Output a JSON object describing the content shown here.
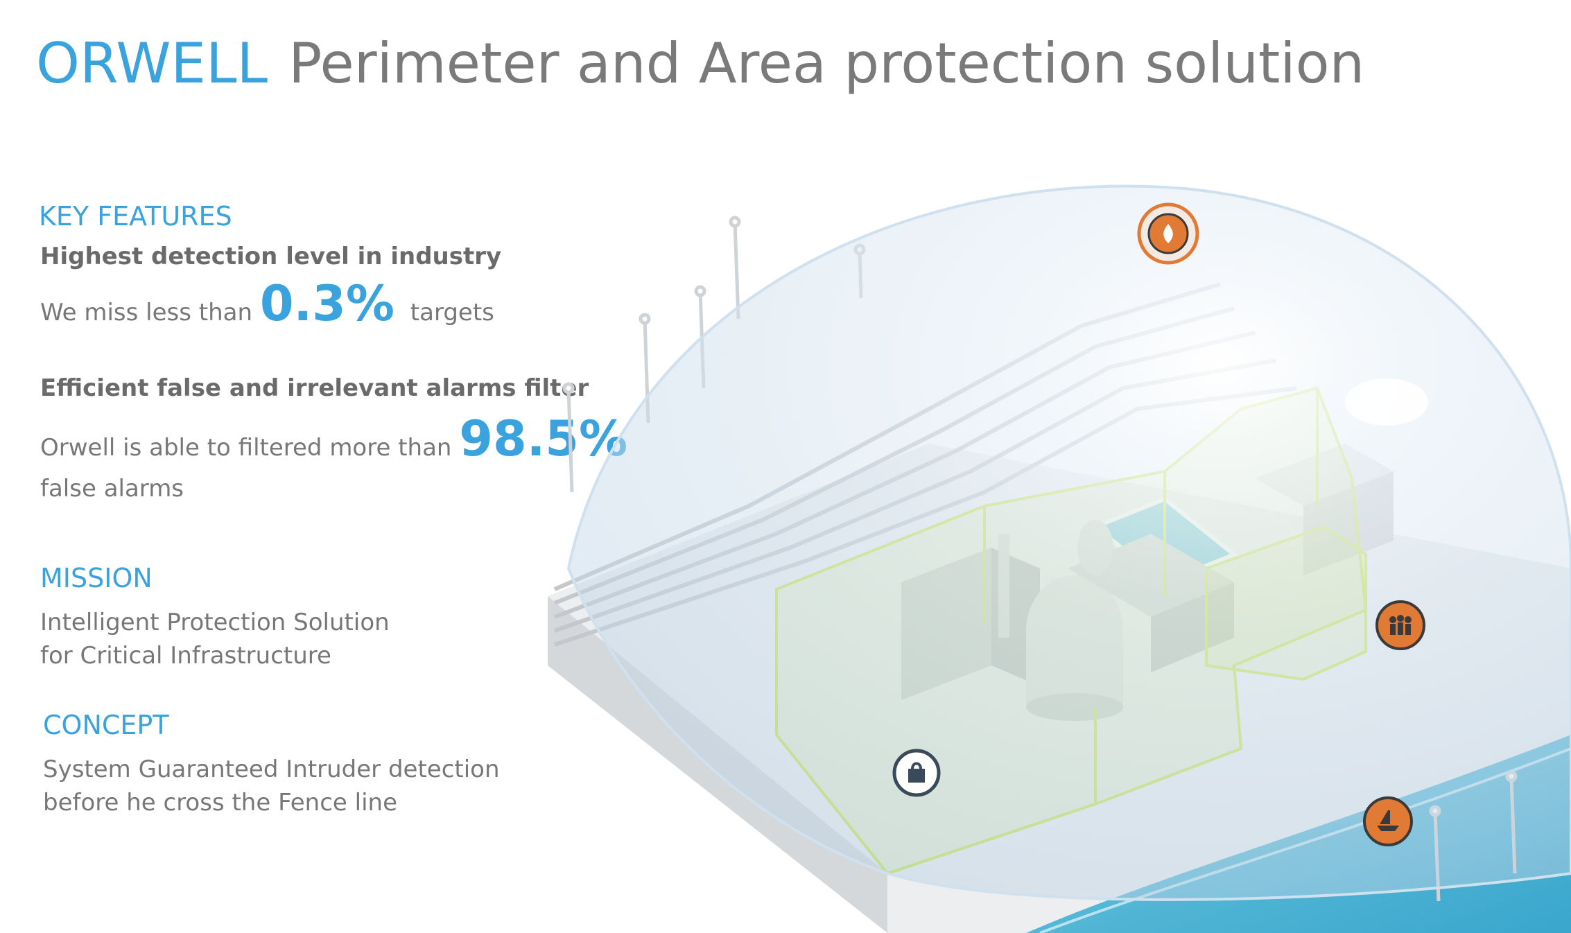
{
  "title": {
    "brand": "ORWELL",
    "subtitle": "Perimeter and Area protection solution"
  },
  "key_features": {
    "heading": "KEY FEATURES",
    "feature1_title": "Highest detection level in industry",
    "feature1_prefix": "We miss less than",
    "feature1_value": "0.3%",
    "feature1_suffix": "targets",
    "feature2_title": "Efficient false and irrelevant alarms filter",
    "feature2_prefix": "Orwell is able to filtered more than",
    "feature2_value": "98.5%",
    "feature2_suffix": "false alarms"
  },
  "mission": {
    "heading": "MISSION",
    "line1": "Intelligent Protection Solution",
    "line2": "for Critical Infrastructure"
  },
  "concept": {
    "heading": "CONCEPT",
    "line1": "System Guaranteed Intruder detection",
    "line2": "before he cross the Fence line"
  },
  "markers": [
    {
      "icon": "fire-icon",
      "color": "#e07a35"
    },
    {
      "icon": "people-icon",
      "color": "#e07a35"
    },
    {
      "icon": "bag-icon",
      "color": "#3a4a5a"
    },
    {
      "icon": "boat-icon",
      "color": "#e07a35"
    }
  ],
  "colors": {
    "accent": "#3aa2dd",
    "text_gray": "#777777",
    "zone_green": "#c8e64a",
    "water": "#4fb8d6",
    "dome": "#cfe0ee"
  }
}
